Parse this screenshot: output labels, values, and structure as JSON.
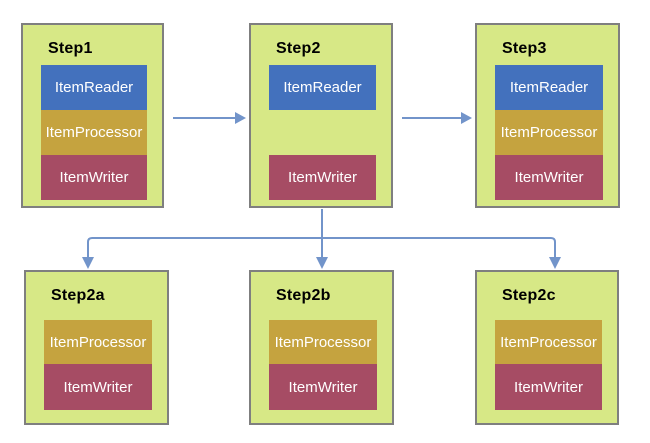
{
  "colors": {
    "page_bg": "#ffffff",
    "step_fill": "#d7e886",
    "step_border": "#7f7f7f",
    "reader_fill": "#4371bd",
    "processor_fill": "#c5a33f",
    "writer_fill": "#a64c64",
    "arrow": "#7294ca",
    "title_text": "#000000",
    "component_text": "#ffffff"
  },
  "steps": [
    {
      "title": "Step1",
      "components": [
        {
          "type": "reader",
          "label": "ItemReader"
        },
        {
          "type": "processor",
          "label": "ItemProcessor"
        },
        {
          "type": "writer",
          "label": "ItemWriter"
        }
      ]
    },
    {
      "title": "Step2",
      "components": [
        {
          "type": "reader",
          "label": "ItemReader"
        },
        {
          "type": "writer",
          "label": "ItemWriter"
        }
      ]
    },
    {
      "title": "Step3",
      "components": [
        {
          "type": "reader",
          "label": "ItemReader"
        },
        {
          "type": "processor",
          "label": "ItemProcessor"
        },
        {
          "type": "writer",
          "label": "ItemWriter"
        }
      ]
    },
    {
      "title": "Step2a",
      "components": [
        {
          "type": "processor",
          "label": "ItemProcessor"
        },
        {
          "type": "writer",
          "label": "ItemWriter"
        }
      ]
    },
    {
      "title": "Step2b",
      "components": [
        {
          "type": "processor",
          "label": "ItemProcessor"
        },
        {
          "type": "writer",
          "label": "ItemWriter"
        }
      ]
    },
    {
      "title": "Step2c",
      "components": [
        {
          "type": "processor",
          "label": "ItemProcessor"
        },
        {
          "type": "writer",
          "label": "ItemWriter"
        }
      ]
    }
  ],
  "connections": [
    {
      "from": "Step1",
      "to": "Step2"
    },
    {
      "from": "Step2",
      "to": "Step3"
    },
    {
      "from": "Step2",
      "to": "Step2a"
    },
    {
      "from": "Step2",
      "to": "Step2b"
    },
    {
      "from": "Step2",
      "to": "Step2c"
    }
  ]
}
